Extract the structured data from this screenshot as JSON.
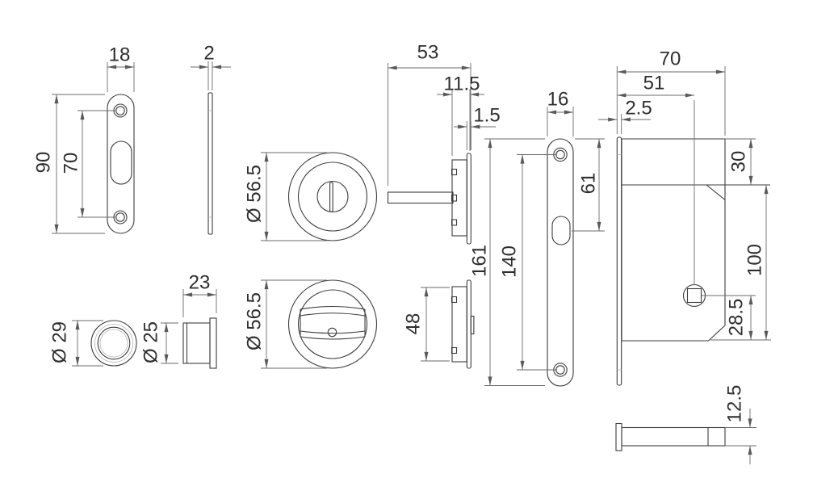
{
  "drawing": {
    "background_color": "#ffffff",
    "part_line_color": "#3c3c3c",
    "dimension_line_color": "#6b6b6b",
    "text_color": "#2e2e2e",
    "dims": {
      "strike_plate_width": "18",
      "cover_plate_thickness": "2",
      "strike_plate_height": "90",
      "strike_plate_hole_spacing": "70",
      "rose_turn_diameter": "Ø 56.5",
      "rose_thumbturn_diameter": "Ø 56.5",
      "flush_pull_diameter": "Ø 29",
      "flush_pull_body_diameter": "Ø 25",
      "flush_pull_depth": "23",
      "spindle_assembly_depth": "53",
      "rose_depth": "11.5",
      "rose_plate_thickness": "1.5",
      "rose_side_height": "48",
      "faceplate_height": "161",
      "faceplate_hole_spacing": "140",
      "faceplate_slot_offset": "61",
      "faceplate_width": "16",
      "lock_body_depth": "70",
      "spindle_backset": "51",
      "faceplate_thickness": "2.5",
      "lock_body_top_height": "30",
      "lock_body_height": "100",
      "spindle_to_bottom": "28.5",
      "spindle_bar_height": "12.5"
    }
  }
}
